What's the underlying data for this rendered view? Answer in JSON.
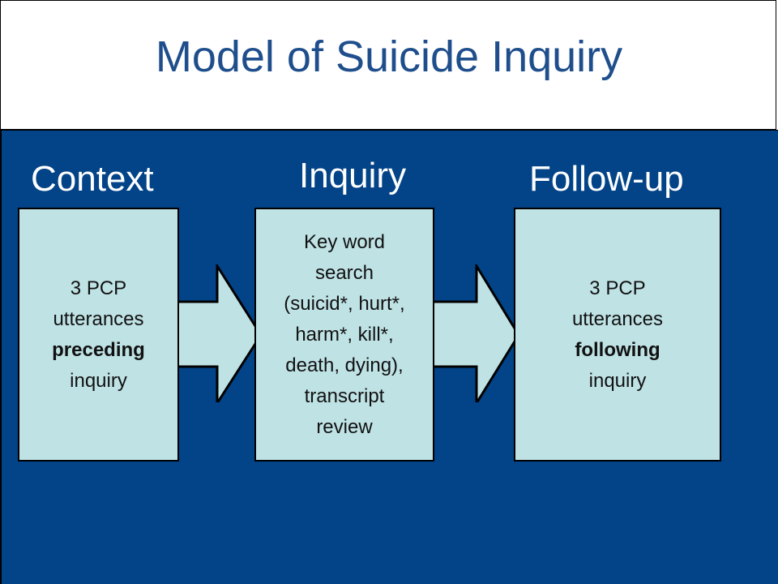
{
  "title": "Model of Suicide Inquiry",
  "headings": {
    "context": "Context",
    "inquiry": "Inquiry",
    "followup": "Follow-up"
  },
  "boxes": {
    "context": {
      "line1": "3 PCP",
      "line2": "utterances",
      "line3": "preceding",
      "line4": "inquiry"
    },
    "inquiry": {
      "line1": "Key word",
      "line2": "search",
      "line3": "(suicid*, hurt*,",
      "line4": "harm*, kill*,",
      "line5": "death, dying),",
      "line6": "transcript",
      "line7": "review"
    },
    "followup": {
      "line1": "3 PCP",
      "line2": "utterances",
      "line3": "following",
      "line4": "inquiry"
    }
  },
  "colors": {
    "background": "#034387",
    "title": "#1f4e8c",
    "box_fill": "#bfe2e5"
  }
}
